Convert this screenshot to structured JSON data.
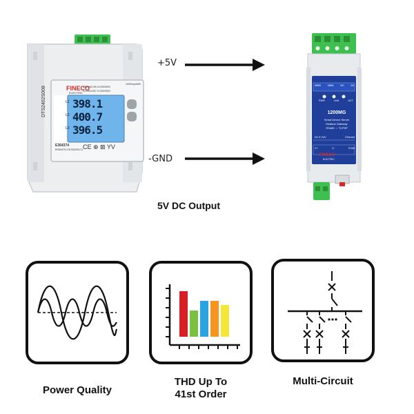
{
  "meter": {
    "brand": "FINECO",
    "brand_sub": "ELECTRIC",
    "model": "DTS2402S008",
    "readings": [
      {
        "label": "L1",
        "value": "398.1"
      },
      {
        "label": "L2",
        "value": "400.7"
      },
      {
        "label": "L3",
        "value": "396.5"
      }
    ],
    "spec_line1": "100mA/0.5A 3×230/400V",
    "spec_line2": "3×240/415V 3×230/400V",
    "badge": "1000imp/kWh",
    "serial": "E364374",
    "standard": "EN50470-3 IEC62053-21",
    "marks": "CE ⊕ ⊠ YV"
  },
  "wiring": {
    "plus_label": "+5V",
    "gnd_label": "-GND",
    "output_label": "5V DC Output"
  },
  "gateway": {
    "top_terminals": [
      "485B",
      "485A",
      "NC",
      "NC"
    ],
    "leds": [
      "PWR",
      "LNK",
      "ACT"
    ],
    "model": "1200MG",
    "line1": "Serial Device Server",
    "line2": "Modbus Gateway",
    "line3": "RS485 ⇔ TCP/IP",
    "power_row": [
      "DC 5~24V",
      "Ethernet"
    ],
    "bottom_row": [
      "V+",
      "V-",
      "RJ45"
    ],
    "brand": "FINECO",
    "brand_sub": "ELECTRIC"
  },
  "features": [
    {
      "icon": "power-quality-icon",
      "caption": "Power Quality"
    },
    {
      "icon": "thd-bar-chart-icon",
      "caption_line1": "THD Up To",
      "caption_line2": "41st Order"
    },
    {
      "icon": "multi-circuit-icon",
      "caption": "Multi-Circuit"
    }
  ],
  "colors": {
    "terminal_green": "#3fbf4f",
    "gateway_blue": "#1f3f9a",
    "lcd_blue": "#6fb4ea",
    "brand_red": "#d42a2a",
    "bar_red": "#d81f26",
    "bar_green": "#7ac142",
    "bar_blue": "#2aa3e0",
    "bar_orange": "#f7941d",
    "bar_yellow": "#f5e63a"
  }
}
